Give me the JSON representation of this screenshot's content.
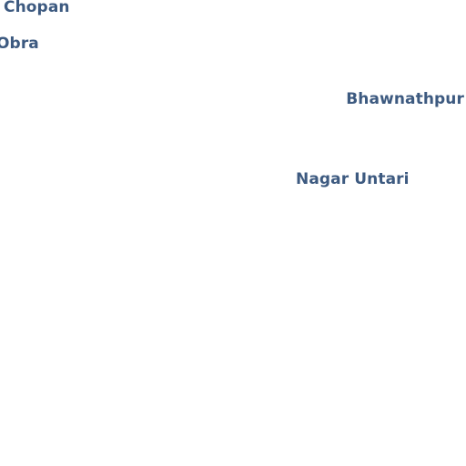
{
  "map": {
    "label_color": "#3d5a80",
    "background_color": "#ffffff",
    "places": {
      "chopan": "Chopan",
      "obra": "Obra",
      "bhawnathpur": "Bhawnathpur",
      "nagar_untari": "Nagar Untari"
    }
  }
}
